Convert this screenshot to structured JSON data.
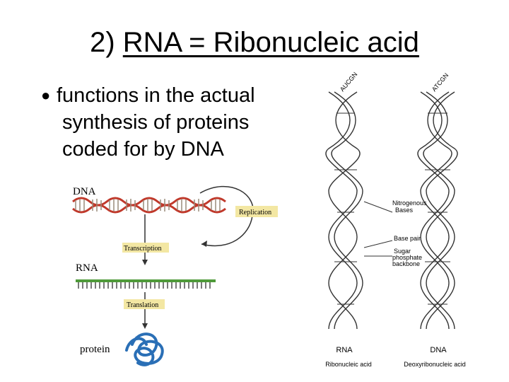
{
  "slide": {
    "title_prefix": "2) ",
    "title_main": "RNA = Ribonucleic acid",
    "bullet_lines": [
      "functions in the actual",
      "synthesis of proteins",
      "coded for by DNA"
    ]
  },
  "flow_diagram": {
    "dna_label": "DNA",
    "replication_label": "Replication",
    "transcription_label": "Transcription",
    "rna_label": "RNA",
    "translation_label": "Translation",
    "protein_label": "protein"
  },
  "helix_diagram": {
    "rna_top_label": "AUCGN",
    "dna_top_label": "ATCGN",
    "callouts": [
      "Nitrogenous",
      "Bases",
      "Base pair",
      "Sugar",
      "phosphate",
      "backbone"
    ],
    "rna_name": "RNA",
    "rna_full": "Ribonucleic acid",
    "dna_name": "DNA",
    "dna_full": "Deoxyribonucleic acid"
  },
  "colors": {
    "dna_red": "#c0392b",
    "rna_green": "#4f9a3a",
    "protein_blue": "#2a6fb6",
    "label_yellow": "#f3e7a3"
  }
}
